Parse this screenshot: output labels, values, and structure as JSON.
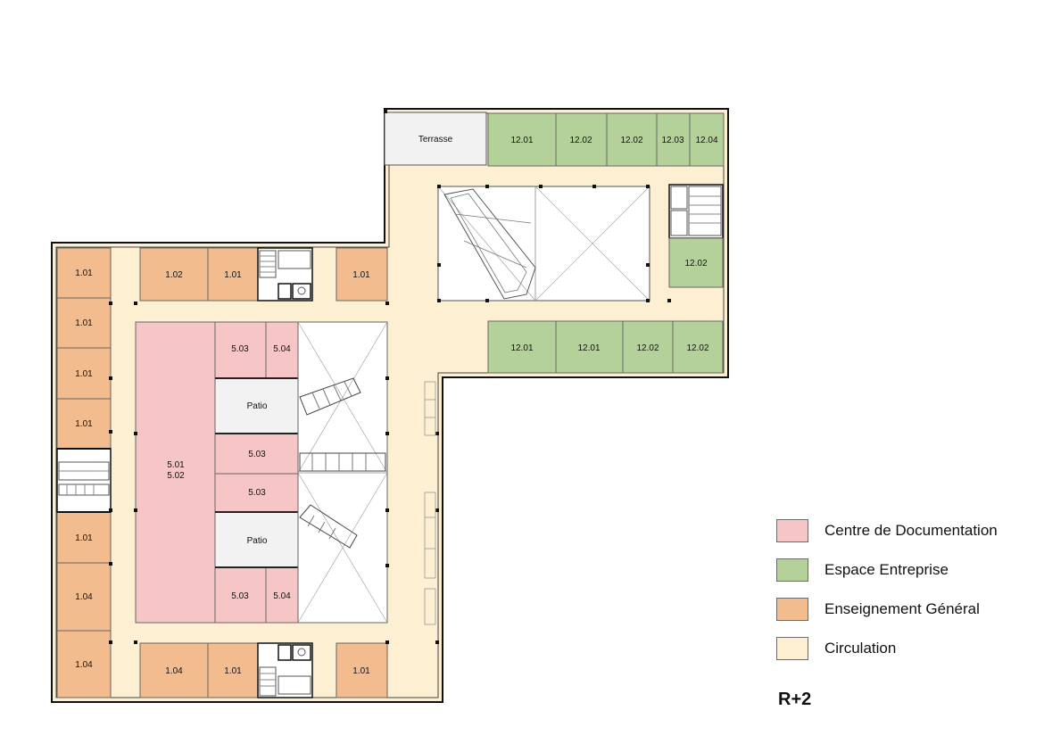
{
  "colors": {
    "documentation": "#f6c6c6",
    "entreprise": "#b5d19a",
    "enseignement": "#f3bc8f",
    "circulation": "#fcefd2",
    "neutral": "#f2f2f2",
    "wall": "#111111"
  },
  "legend": [
    {
      "key": "documentation",
      "label": "Centre de Documentation",
      "color": "#f6c6c6"
    },
    {
      "key": "entreprise",
      "label": "Espace Entreprise",
      "color": "#b5d19a"
    },
    {
      "key": "enseignement",
      "label": "Enseignement Général",
      "color": "#f3bc8f"
    },
    {
      "key": "circulation",
      "label": "Circulation",
      "color": "#fcefd2"
    }
  ],
  "level": "R+2",
  "rooms": {
    "terrasse": "Terrasse",
    "e_top_1": "12.01",
    "e_top_2": "12.02",
    "e_top_3": "12.02",
    "e_top_4": "12.03",
    "e_top_5": "12.04",
    "e_right": "12.02",
    "e_mid_1": "12.01",
    "e_mid_2": "12.01",
    "e_mid_3": "12.02",
    "e_mid_4": "12.02",
    "g_top_1": "1.02",
    "g_top_2": "1.01",
    "g_top_3": "1.01",
    "g_left_1": "1.01",
    "g_left_2": "1.01",
    "g_left_3": "1.01",
    "g_left_4": "1.01",
    "g_left_5": "1.01",
    "g_left_6": "1.04",
    "g_left_7": "1.04",
    "g_bot_1": "1.04",
    "g_bot_2": "1.01",
    "g_bot_3": "1.01",
    "d_big_1": "5.01",
    "d_big_2": "5.02",
    "d_503_a": "5.03",
    "d_504_a": "5.04",
    "d_503_b": "5.03",
    "d_503_c": "5.03",
    "d_503_d": "5.03",
    "d_504_b": "5.04",
    "patio_1": "Patio",
    "patio_2": "Patio"
  }
}
